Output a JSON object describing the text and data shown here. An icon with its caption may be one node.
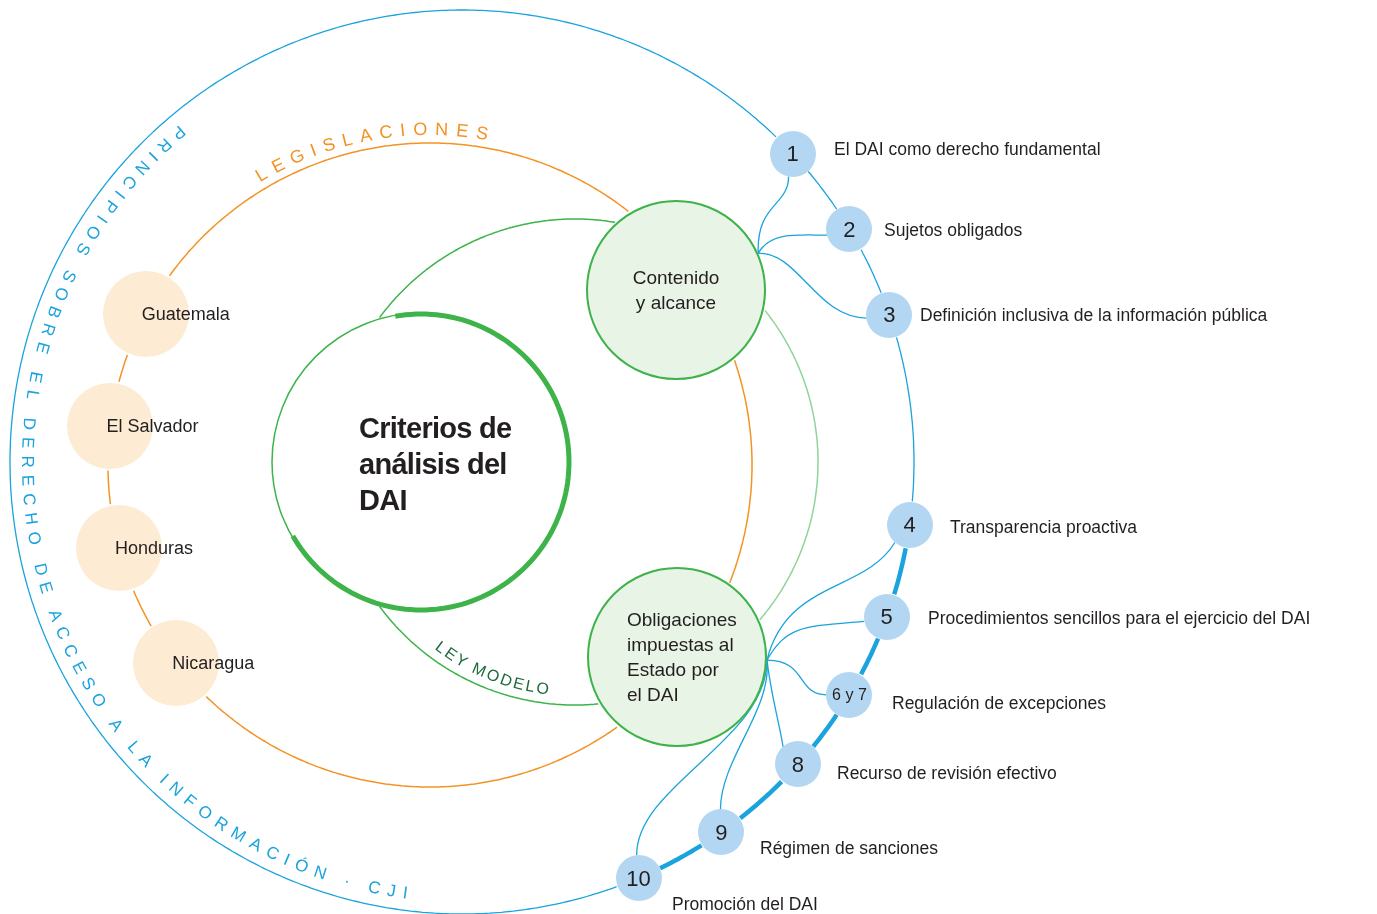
{
  "diagram": {
    "nodes": [
      {
        "text": [
          "Criterios de análisis del DAI"
        ]
      },
      {
        "text": [
          "Contenido y alcance"
        ]
      },
      {
        "text": [
          "Obligaciones impuestas al Estado por el DAI"
        ]
      },
      {
        "text": [
          "Guatemala"
        ]
      },
      {
        "text": [
          "El Salvador"
        ]
      },
      {
        "text": [
          "Honduras"
        ]
      },
      {
        "text": [
          "Nicaragua"
        ]
      },
      {
        "text": [
          "1"
        ],
        "beside": [
          "El DAI como derecho fundamental"
        ]
      },
      {
        "text": [
          "2"
        ],
        "beside": [
          "Sujetos obligados"
        ]
      },
      {
        "text": [
          "3"
        ],
        "beside": [
          "Definición inclusiva de la información pública"
        ]
      },
      {
        "text": [
          "4"
        ],
        "beside": [
          "Transparencia proactiva"
        ]
      },
      {
        "text": [
          "5"
        ],
        "beside": [
          "Procedimientos sencillos para el ejercicio del DAI"
        ]
      },
      {
        "text": [
          "6 y 7"
        ],
        "beside": [
          "Regulación de excepciones"
        ]
      },
      {
        "text": [
          "8"
        ],
        "beside": [
          "Recurso de revisión efectivo"
        ]
      },
      {
        "text": [
          "9"
        ],
        "beside": [
          "Régimen de sanciones"
        ]
      },
      {
        "text": [
          "10"
        ],
        "beside": [
          "Promoción del DAI"
        ]
      }
    ],
    "edges": [
      {
        "from": 1,
        "to": 7,
        "arrow": "none"
      },
      {
        "from": 1,
        "to": 8,
        "arrow": "none"
      },
      {
        "from": 1,
        "to": 9,
        "arrow": "none"
      },
      {
        "from": 2,
        "to": 10,
        "arrow": "none"
      },
      {
        "from": 2,
        "to": 11,
        "arrow": "none"
      },
      {
        "from": 2,
        "to": 12,
        "arrow": "none"
      },
      {
        "from": 2,
        "to": 13,
        "arrow": "none"
      },
      {
        "from": 2,
        "to": 14,
        "arrow": "none"
      },
      {
        "from": 2,
        "to": 15,
        "arrow": "none"
      },
      {
        "from": 0,
        "to": 1,
        "arrow": "none",
        "color": "#3db34a"
      },
      {
        "from": 1,
        "to": 2,
        "arrow": "none",
        "color": "#8fd49a"
      },
      {
        "from": 2,
        "to": 0,
        "arrow": "none",
        "color": "#3db34a"
      },
      {
        "from": 3,
        "to": 1,
        "arrow": "none",
        "color": "#f39325"
      },
      {
        "from": 1,
        "to": 2,
        "arrow": "none",
        "color": "#f39325"
      },
      {
        "from": 2,
        "to": 6,
        "arrow": "none",
        "color": "#f39325"
      },
      {
        "from": 6,
        "to": 5,
        "arrow": "none",
        "color": "#f39325"
      },
      {
        "from": 5,
        "to": 4,
        "arrow": "none",
        "color": "#f39325"
      },
      {
        "from": 4,
        "to": 3,
        "arrow": "none",
        "color": "#f39325"
      },
      {
        "from": 7,
        "to": 8,
        "arrow": "none"
      },
      {
        "from": 8,
        "to": 9,
        "arrow": "none"
      },
      {
        "from": 9,
        "to": 10,
        "arrow": "none"
      },
      {
        "from": 10,
        "to": 11,
        "arrow": "none",
        "style": "thick"
      },
      {
        "from": 11,
        "to": 12,
        "arrow": "none",
        "style": "thick"
      },
      {
        "from": 12,
        "to": 13,
        "arrow": "none",
        "style": "thick"
      },
      {
        "from": 13,
        "to": 14,
        "arrow": "none",
        "style": "thick"
      },
      {
        "from": 14,
        "to": 15,
        "arrow": "none",
        "style": "thick"
      },
      {
        "from": 15,
        "to": 7,
        "arrow": "none"
      }
    ],
    "labels": [
      "PRINCIPIOS SOBRE EL DERECHO DE ACCESO A LA INFORMACIÓN · CJI",
      "LEGISLACIONES",
      "LEY MODELO"
    ]
  }
}
